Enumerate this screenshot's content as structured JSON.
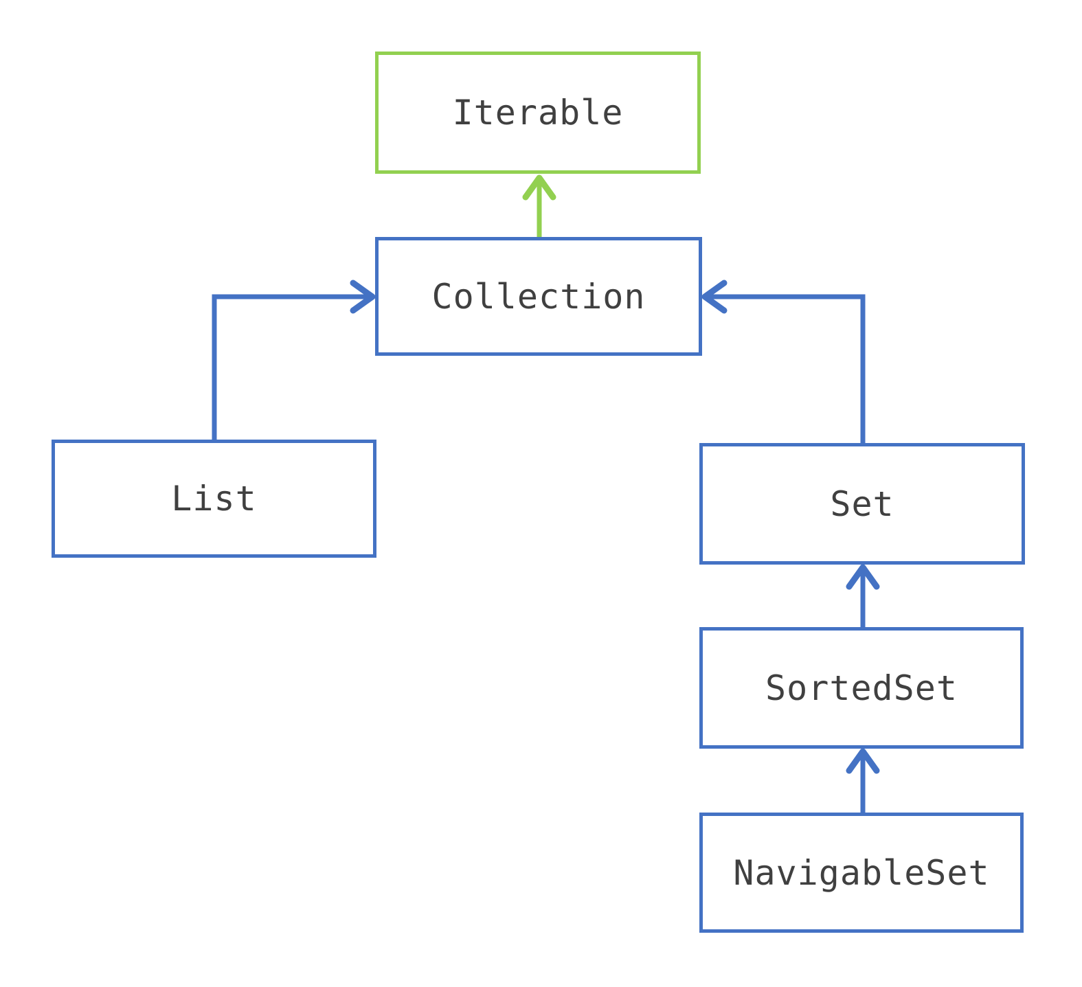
{
  "diagram": {
    "type": "class-hierarchy",
    "colors": {
      "blue": "#4472C4",
      "green": "#92D050",
      "text": "#404040",
      "background": "#FFFFFF"
    },
    "nodes": [
      {
        "id": "iterable",
        "label": "Iterable",
        "border_color": "#92D050"
      },
      {
        "id": "collection",
        "label": "Collection",
        "border_color": "#4472C4"
      },
      {
        "id": "list",
        "label": "List",
        "border_color": "#4472C4"
      },
      {
        "id": "set",
        "label": "Set",
        "border_color": "#4472C4"
      },
      {
        "id": "sortedset",
        "label": "SortedSet",
        "border_color": "#4472C4"
      },
      {
        "id": "navigableset",
        "label": "NavigableSet",
        "border_color": "#4472C4"
      }
    ],
    "edges": [
      {
        "from": "Collection",
        "to": "Iterable",
        "color": "#92D050",
        "style": "elbow-up-arrow"
      },
      {
        "from": "List",
        "to": "Collection",
        "color": "#4472C4",
        "style": "elbow-right-arrow"
      },
      {
        "from": "Set",
        "to": "Collection",
        "color": "#4472C4",
        "style": "elbow-left-arrow"
      },
      {
        "from": "SortedSet",
        "to": "Set",
        "color": "#4472C4",
        "style": "straight-up-arrow"
      },
      {
        "from": "NavigableSet",
        "to": "SortedSet",
        "color": "#4472C4",
        "style": "straight-up-arrow"
      }
    ]
  }
}
